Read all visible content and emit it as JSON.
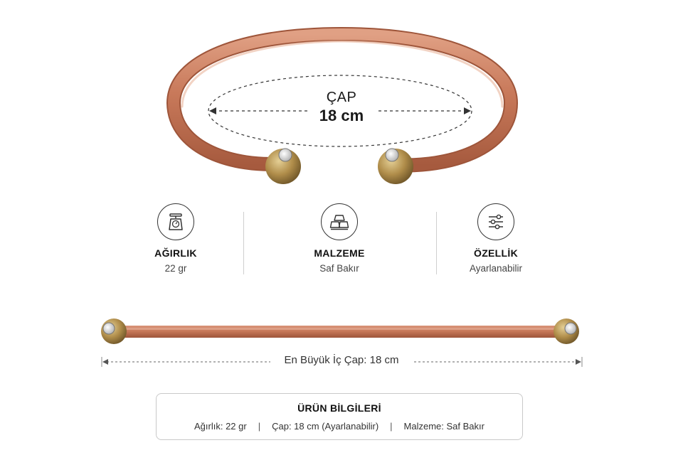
{
  "diameter_callout": {
    "title": "ÇAP",
    "value": "18 cm"
  },
  "specs": [
    {
      "icon": "scale-icon",
      "label": "AĞIRLIK",
      "value": "22 gr"
    },
    {
      "icon": "gold-bars-icon",
      "label": "MALZEME",
      "value": "Saf Bakır"
    },
    {
      "icon": "sliders-icon",
      "label": "ÖZELLİK",
      "value": "Ayarlanabilir"
    }
  ],
  "inner_diameter_label": "En Büyük İç Çap: 18 cm",
  "product_info": {
    "title": "ÜRÜN BİLGİLERİ",
    "items": [
      "Ağırlık: 22 gr",
      "Çap: 18 cm (Ayarlanabilir)",
      "Malzeme: Saf Bakır"
    ],
    "separator": "|"
  },
  "colors": {
    "copper": "#c8795a",
    "brass": "#b08d4a",
    "text": "#222222",
    "divider": "#cfcfcf"
  }
}
